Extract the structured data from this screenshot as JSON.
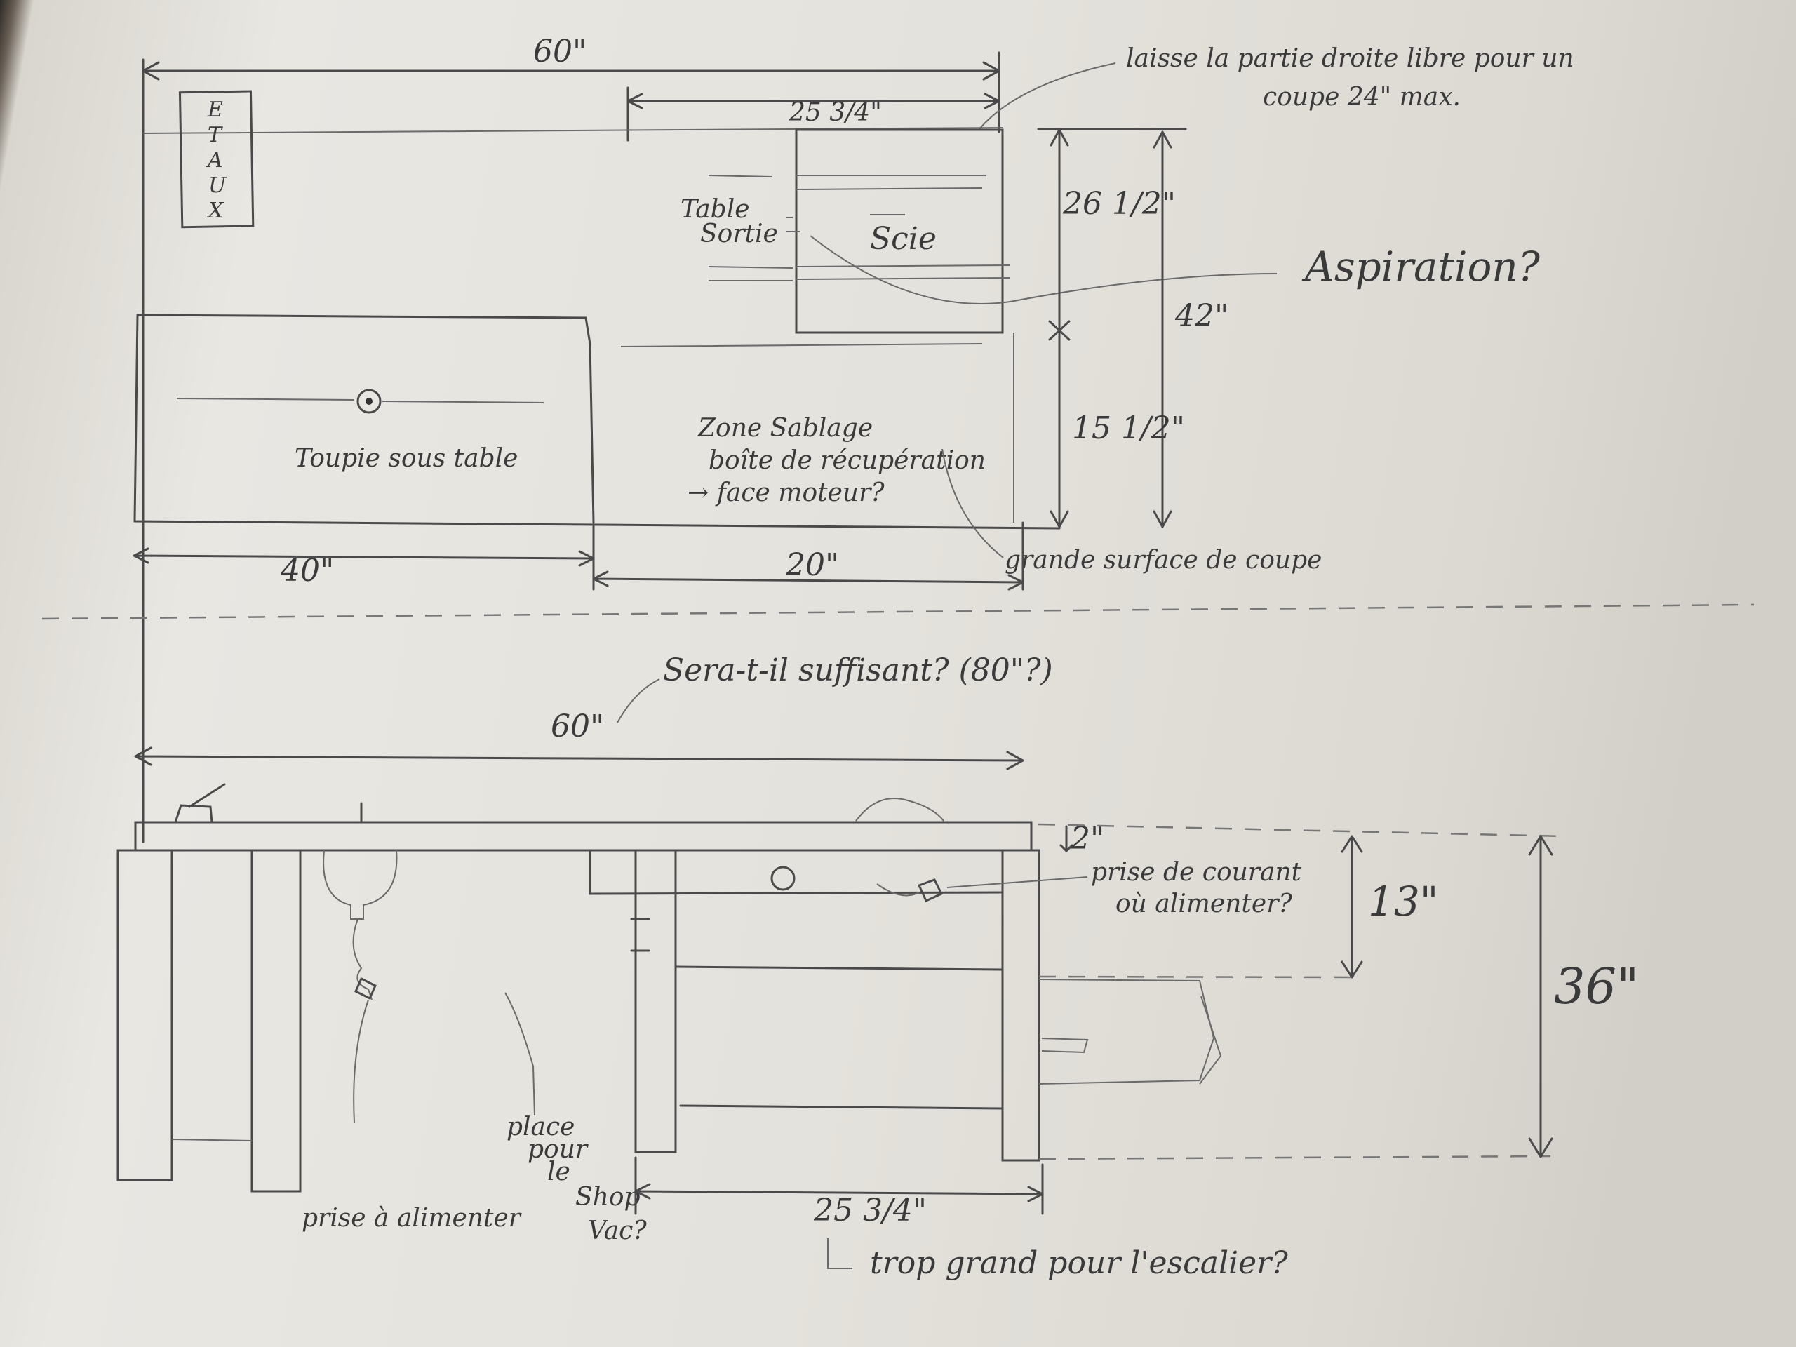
{
  "top_view": {
    "width_total": "60\"",
    "saw_section_width": "25 3/4\"",
    "vise_label": "E\nT\nA\nU\nX",
    "vise_letters": [
      "E",
      "T",
      "A",
      "U",
      "X"
    ],
    "note_right_side": [
      "laisse la partie droite libre pour un",
      "coupe 24\" max."
    ],
    "outfeed_table": [
      "Table",
      "Sortie"
    ],
    "saw_label": "Scie",
    "saw_depth": "26 1/2\"",
    "dust_collection": "Aspiration?",
    "total_depth": "42\"",
    "lower_depth": "15 1/2\"",
    "router_label": "Toupie sous table",
    "router_width": "40\"",
    "sanding_zone": [
      "Zone Sablage",
      "boîte de récupération",
      "→ face moteur?"
    ],
    "sanding_width": "20\"",
    "cut_surface": "grande surface de coupe"
  },
  "front_view": {
    "question_length": "Sera-t-il suffisant? (80\"?)",
    "width_total": "60\"",
    "top_thickness": "2\"",
    "outlet_note": [
      "prise de courant",
      "où alimenter?"
    ],
    "upper_height": "13\"",
    "total_height": "36\"",
    "shop_vac": [
      "place",
      "pour",
      "le",
      "Shop",
      "Vac?"
    ],
    "power_outlet": "prise à alimenter",
    "saw_cabinet_width": "25 3/4\"",
    "stairs_note": "trop grand pour l'escalier?"
  }
}
